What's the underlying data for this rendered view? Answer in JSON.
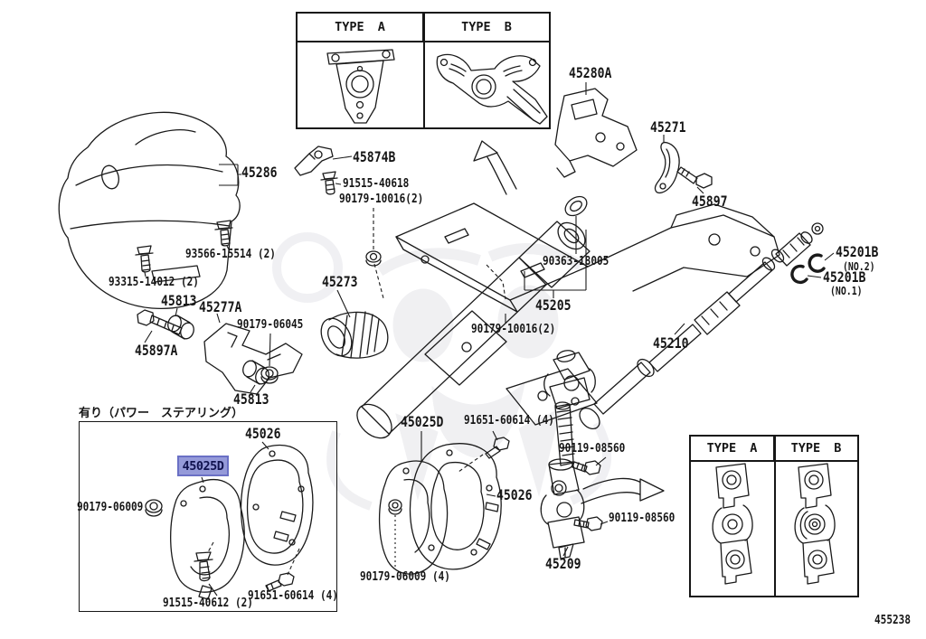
{
  "diagram": {
    "code": "455238"
  },
  "note_power_steering": "有り（パワー　ステアリング）",
  "tables": {
    "top": {
      "col_a": "TYPE A",
      "col_b": "TYPE B"
    },
    "bottom": {
      "col_a": "TYPE A",
      "col_b": "TYPE B"
    }
  },
  "highlighted_part": {
    "text": "45025D",
    "bg_color": "#959ad9",
    "border_color": "#6a70c5",
    "text_color": "#10124e"
  },
  "labels": [
    {
      "text": "45286"
    },
    {
      "text": "45874B"
    },
    {
      "text": "91515-40618"
    },
    {
      "text": "90179-10016(2)"
    },
    {
      "text": "45273"
    },
    {
      "text": "90363-18005"
    },
    {
      "text": "45205"
    },
    {
      "text": "90179-10016(2)"
    },
    {
      "text": "45210"
    },
    {
      "text": "45280A"
    },
    {
      "text": "45271"
    },
    {
      "text": "45897"
    },
    {
      "text": "45201B"
    },
    {
      "text": "(NO.2)"
    },
    {
      "text": "45201B"
    },
    {
      "text": "(NO.1)"
    },
    {
      "text": "93566-15514 (2)"
    },
    {
      "text": "93315-14012 (2)"
    },
    {
      "text": "45813"
    },
    {
      "text": "45277A"
    },
    {
      "text": "90179-06045"
    },
    {
      "text": "45897A"
    },
    {
      "text": "45813"
    },
    {
      "text": "45026"
    },
    {
      "text": "90179-06009"
    },
    {
      "text": "91515-40612 (2)"
    },
    {
      "text": "91651-60614 (4)"
    },
    {
      "text": "45025D"
    },
    {
      "text": "91651-60614 (4)"
    },
    {
      "text": "90119-08560"
    },
    {
      "text": "45026"
    },
    {
      "text": "90119-08560"
    },
    {
      "text": "45209"
    },
    {
      "text": "90179-06009 (4)"
    }
  ]
}
